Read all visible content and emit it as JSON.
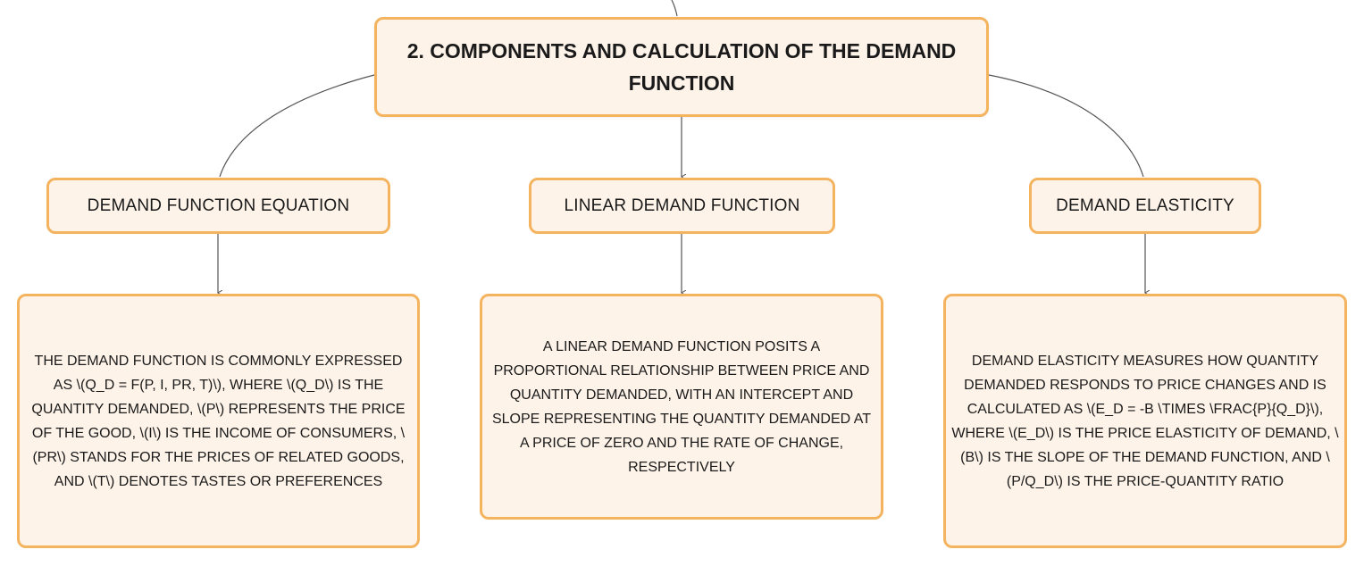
{
  "root": {
    "title": "2. COMPONENTS AND CALCULATION OF THE DEMAND FUNCTION"
  },
  "branches": [
    {
      "label": "DEMAND FUNCTION EQUATION",
      "detail": "THE DEMAND FUNCTION IS COMMONLY EXPRESSED AS \\(Q_D = F(P, I, PR, T)\\), WHERE \\(Q_D\\) IS THE QUANTITY DEMANDED, \\(P\\) REPRESENTS THE PRICE OF THE GOOD, \\(I\\) IS THE INCOME OF CONSUMERS, \\(PR\\) STANDS FOR THE PRICES OF RELATED GOODS, AND \\(T\\) DENOTES TASTES OR PREFERENCES"
    },
    {
      "label": "LINEAR DEMAND FUNCTION",
      "detail": "A LINEAR DEMAND FUNCTION POSITS A PROPORTIONAL RELATIONSHIP BETWEEN PRICE AND QUANTITY DEMANDED, WITH AN INTERCEPT AND SLOPE REPRESENTING THE QUANTITY DEMANDED AT A PRICE OF ZERO AND THE RATE OF CHANGE, RESPECTIVELY"
    },
    {
      "label": "DEMAND ELASTICITY",
      "detail": "DEMAND ELASTICITY MEASURES HOW QUANTITY DEMANDED RESPONDS TO PRICE CHANGES AND IS CALCULATED AS \\(E_D = -B \\TIMES \\FRAC{P}{Q_D}\\), WHERE \\(E_D\\) IS THE PRICE ELASTICITY OF DEMAND, \\(B\\) IS THE SLOPE OF THE DEMAND FUNCTION, AND \\(P/Q_D\\) IS THE PRICE-QUANTITY RATIO"
    }
  ],
  "colors": {
    "node_fill": "#fef3e9",
    "node_border": "#f4b45f",
    "connector": "#555555",
    "text": "#1a1a1a"
  }
}
